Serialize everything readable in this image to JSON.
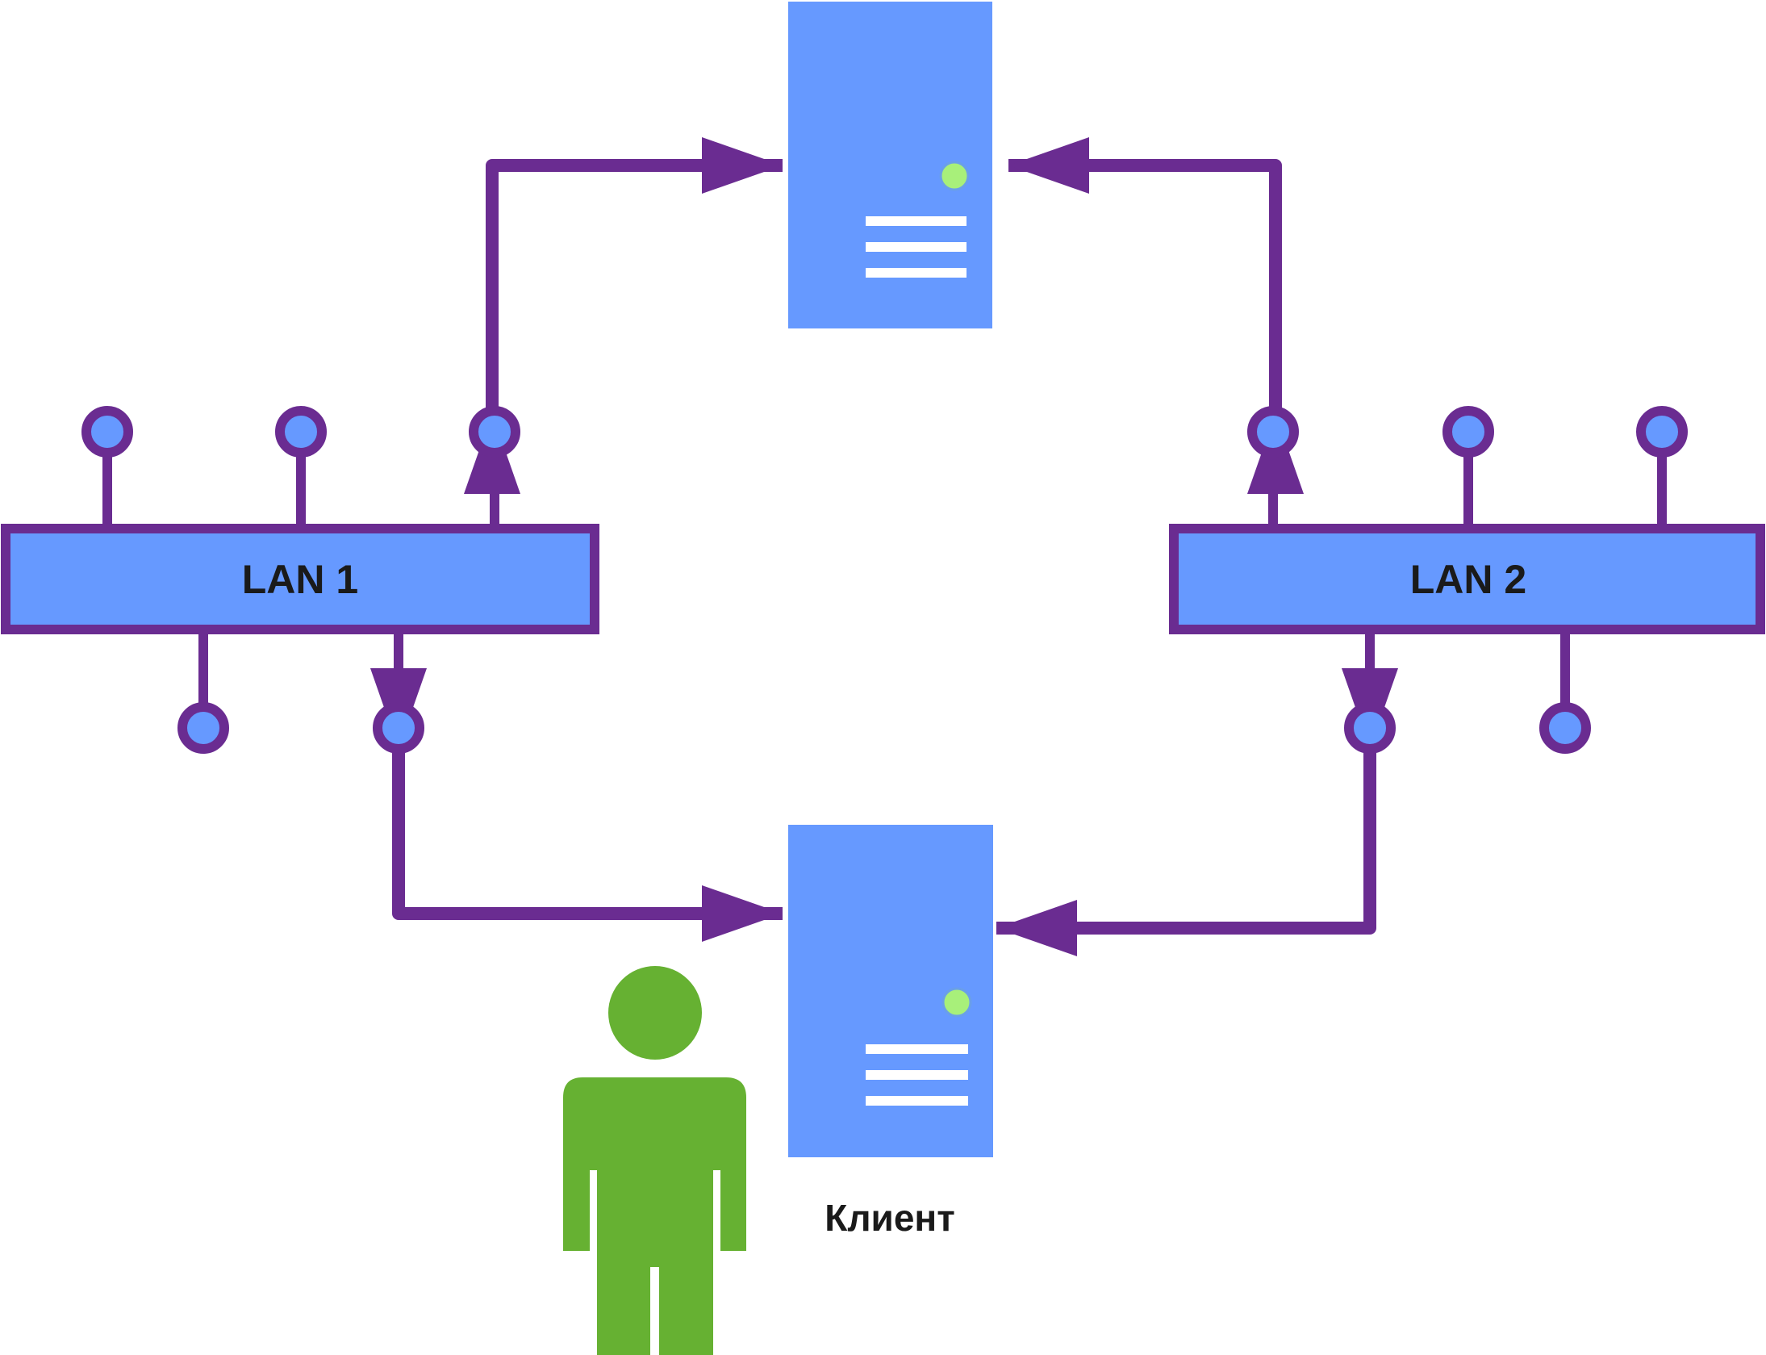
{
  "lans": [
    {
      "label": "LAN 1"
    },
    {
      "label": "LAN 2"
    }
  ],
  "servers": [
    {
      "role": "server"
    },
    {
      "role": "client-machine"
    }
  ],
  "client_label": "Клиент",
  "colors": {
    "device_fill": "#6699ff",
    "link_stroke": "#6a2c91",
    "status_led": "#a8f07a",
    "person": "#66b132",
    "text": "#1a1a1a"
  },
  "icons": [
    "server-icon",
    "person-icon"
  ]
}
